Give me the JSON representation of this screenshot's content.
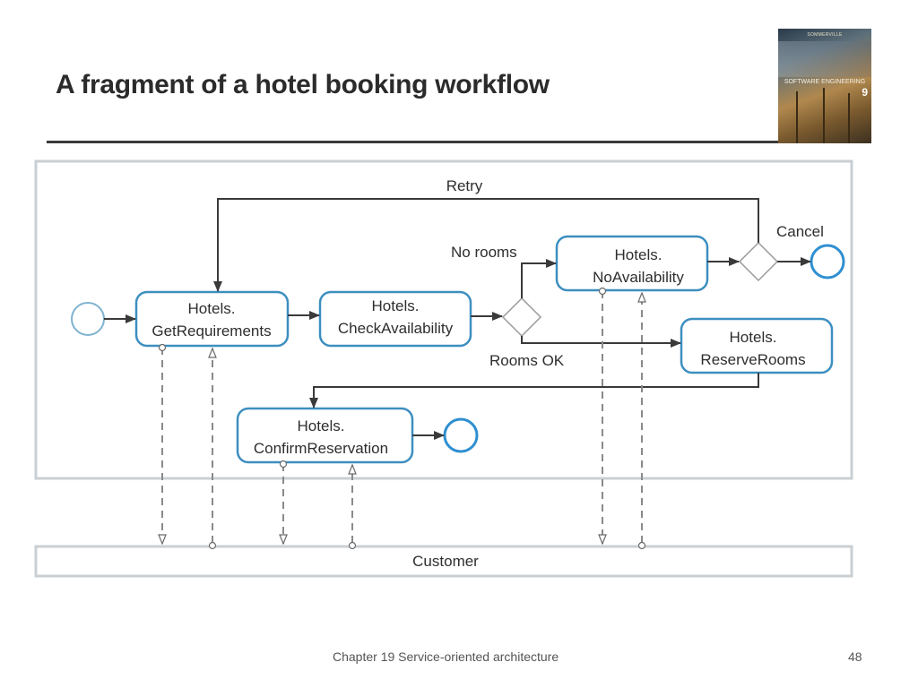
{
  "slide": {
    "title": "A fragment of a hotel booking workflow",
    "footer": "Chapter 19 Service-oriented architecture",
    "page_number": "48"
  },
  "book_cover": {
    "brand": "SOMMERVILLE",
    "title": "SOFTWARE ENGINEERING",
    "edition": "9"
  },
  "diagram": {
    "tasks": {
      "get_requirements": {
        "line1": "Hotels.",
        "line2": "GetRequirements"
      },
      "check_availability": {
        "line1": "Hotels.",
        "line2": "CheckAvailability"
      },
      "no_availability": {
        "line1": "Hotels.",
        "line2": "NoAvailability"
      },
      "reserve_rooms": {
        "line1": "Hotels.",
        "line2": "ReserveRooms"
      },
      "confirm_reservation": {
        "line1": "Hotels.",
        "line2": "ConfirmReservation"
      }
    },
    "labels": {
      "retry": "Retry",
      "no_rooms": "No rooms",
      "rooms_ok": "Rooms OK",
      "cancel": "Cancel"
    },
    "pool": {
      "customer": "Customer"
    },
    "colors": {
      "task_border": "#3d8fc0",
      "event_border": "#3d8fc0",
      "end_event_border": "#2f8fd0",
      "pool_border": "#c9cfd3",
      "flow_line": "#3a3a3a",
      "message_line": "#8a8a8a"
    }
  }
}
